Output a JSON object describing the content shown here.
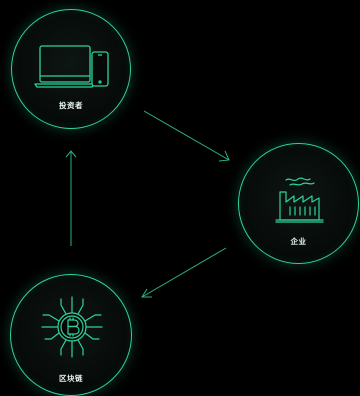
{
  "diagram": {
    "nodes": [
      {
        "id": "investor",
        "label": "投资者",
        "icon": "devices-icon"
      },
      {
        "id": "enterprise",
        "label": "企业",
        "icon": "factory-icon"
      },
      {
        "id": "blockchain",
        "label": "区块链",
        "icon": "bitcoin-circuit-icon"
      }
    ],
    "edges": [
      {
        "from": "investor",
        "to": "enterprise"
      },
      {
        "from": "enterprise",
        "to": "blockchain"
      },
      {
        "from": "blockchain",
        "to": "investor"
      }
    ]
  },
  "colors": {
    "background": "#000000",
    "accent": "#2fd49a",
    "label": "#e8f5ef"
  }
}
